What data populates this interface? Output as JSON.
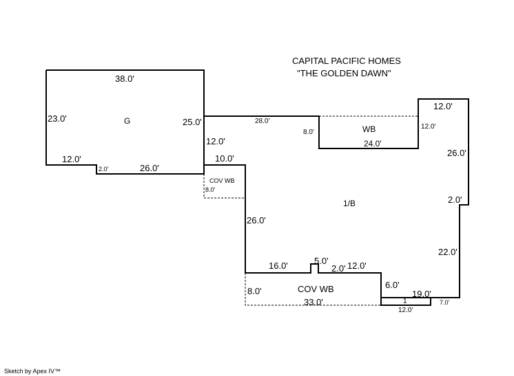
{
  "title": {
    "line1": "CAPITAL PACIFIC HOMES",
    "line2": "\"THE GOLDEN DAWN\""
  },
  "footer": "Sketch by Apex IV™",
  "areas": {
    "garage": "G",
    "main": "1/B",
    "wb": "WB",
    "cov_wb_small": "COV WB",
    "cov_wb_large": "COV WB",
    "small_box": "1"
  },
  "dimensions": {
    "g_top": "38.0'",
    "g_left": "23.0'",
    "g_right": "25.0'",
    "g_bottom_left": "12.0'",
    "g_step": "2.0'",
    "g_bottom_right": "26.0'",
    "main_top": "28.0'",
    "wb_left": "8.0'",
    "wb_bottom": "24.0'",
    "wb_right": "12.0'",
    "right_top": "12.0'",
    "right_upper": "26.0'",
    "right_step": "2.0'",
    "right_lower": "22.0'",
    "bottom_right": "19.0'",
    "small_box_bottom": "12.0'",
    "small_box_right": "7.0'",
    "bottom_step": "6.0'",
    "bottom_mid": "12.0'",
    "bump_right": "2.0'",
    "bump_top": "5.0'",
    "bottom_left": "16.0'",
    "left_lower": "26.0'",
    "left_step": "10.0'",
    "left_upper": "12.0'",
    "cov_small_side": "8.0'",
    "cov_large_side": "8.0'",
    "cov_large_bottom": "33.0'"
  }
}
